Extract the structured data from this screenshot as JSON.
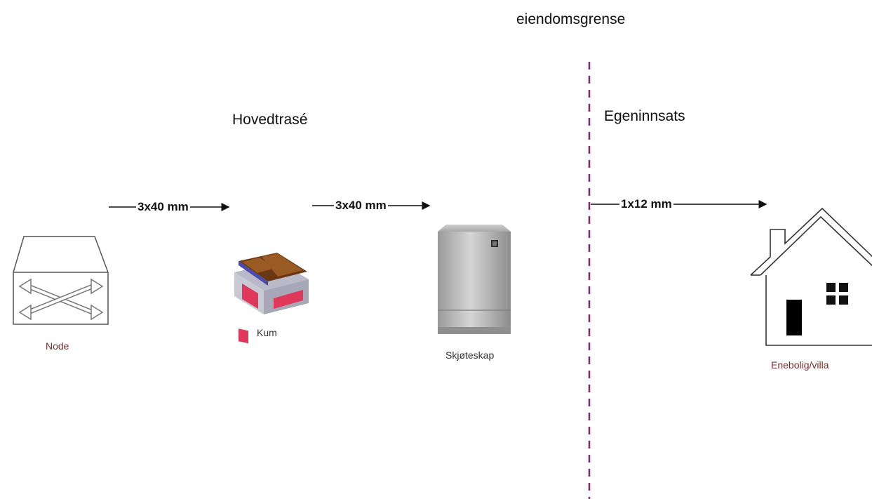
{
  "labels": {
    "boundary": "eiendomsgrense",
    "main_route": "Hovedtrasé",
    "self_effort": "Egeninnsats"
  },
  "nodes": {
    "node": "Node",
    "kum": "Kum",
    "cabinet": "Skjøteskap",
    "house": "Enebolig/villa"
  },
  "connections": {
    "node_to_kum": "3x40 mm",
    "kum_to_cabinet": "3x40 mm",
    "boundary_to_house": "1x12 mm"
  },
  "colors": {
    "boundary_line": "#7a2a6b",
    "caption_maroon": "#7b2d2d",
    "kum_lid": "#8a4a1c",
    "kum_body": "#e0385a"
  }
}
